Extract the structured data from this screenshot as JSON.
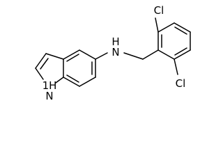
{
  "molecule": {
    "atoms": {
      "chlorine_top": "Cl",
      "chlorine_bottom": "Cl",
      "amine_nitrogen": "N",
      "amine_hydrogen": "H",
      "indole_hydrogen": "1H",
      "indole_nitrogen": "N"
    }
  },
  "colors": {
    "background": "#ffffff",
    "bond": "#000000",
    "label": "#000000"
  }
}
